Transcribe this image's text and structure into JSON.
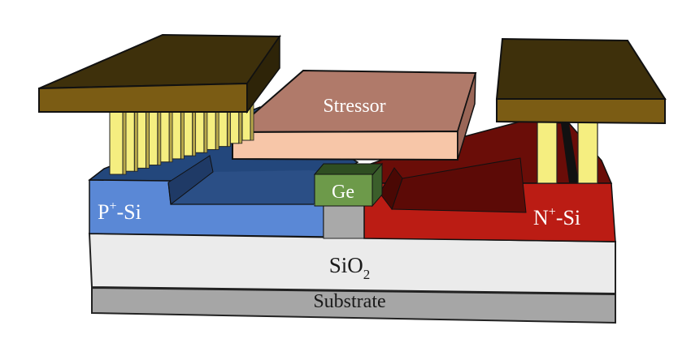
{
  "diagram": {
    "title": "",
    "type": "device-cross-section",
    "labels": {
      "stressor": "Stressor",
      "ge": "Ge",
      "p_region": "P",
      "p_sup": "+",
      "p_suffix": "-Si",
      "n_region": "N",
      "n_sup": "+",
      "n_suffix": "-Si",
      "oxide": "SiO",
      "oxide_sub": "2",
      "substrate": "Substrate"
    },
    "layers": [
      {
        "name": "Stressor",
        "color_top": "#b07a6a",
        "color_front": "#f7c6a8"
      },
      {
        "name": "Left contact",
        "color_top": "#3e300b",
        "color_front": "#7b5c14"
      },
      {
        "name": "Right contact",
        "color_top": "#3e300b",
        "color_front": "#7b5c14"
      },
      {
        "name": "Contact pillars",
        "color": "#f5ee80"
      },
      {
        "name": "P+-Si",
        "color_front": "#5a88d6",
        "color_top": "#23477c"
      },
      {
        "name": "N+-Si",
        "color_front": "#bb1c14",
        "color_top": "#6a0d08"
      },
      {
        "name": "Ge",
        "color_front": "#6d9a4a",
        "color_top": "#2f4e22"
      },
      {
        "name": "Si channel",
        "color": "#a9a9a9"
      },
      {
        "name": "SiO2",
        "color": "#ebebeb"
      },
      {
        "name": "Substrate",
        "color": "#a6a6a6"
      }
    ],
    "left_pillar_count": 12,
    "right_pillar_count": 2
  }
}
